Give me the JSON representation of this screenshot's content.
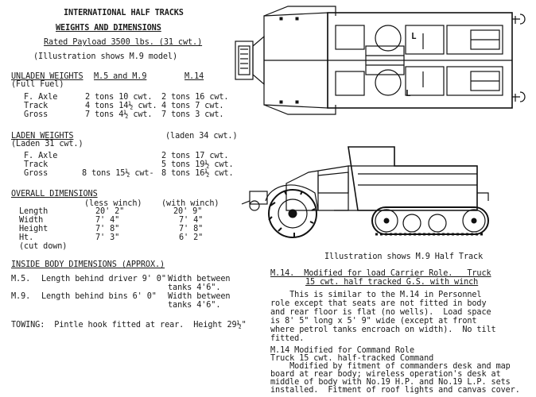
{
  "header": {
    "title": "INTERNATIONAL HALF TRACKS",
    "subtitle": "WEIGHTS AND DIMENSIONS",
    "payload": "Rated Payload 3500 lbs. (31 cwt.)",
    "note": "(Illustration shows M.9 model)"
  },
  "unladen": {
    "heading": "UNLADEN WEIGHTS",
    "sub": "(Full Fuel)",
    "col1": "M.5 and M.9",
    "col2": "M.14",
    "rows": [
      {
        "label": "F. Axle",
        "a": "2 tons 10 cwt.",
        "b": "2 tons 16 cwt."
      },
      {
        "label": "Track",
        "a": "4 tons 14½ cwt.",
        "b": "4 tons 7 cwt."
      },
      {
        "label": "Gross",
        "a": "7 tons 4½ cwt.",
        "b": "7 tons 3 cwt."
      }
    ]
  },
  "laden": {
    "heading": "LADEN WEIGHTS",
    "sub": "(Laden 31 cwt.)",
    "col2": "(laden 34 cwt.)",
    "rows": [
      {
        "label": "F. Axle",
        "a": "",
        "b": "2 tons 17 cwt."
      },
      {
        "label": "Track",
        "a": "",
        "b": "5 tons 19½ cwt."
      },
      {
        "label": "Gross",
        "a": "8 tons 15½ cwt-",
        "b": "8 tons 16½ cwt."
      }
    ]
  },
  "overall": {
    "heading": "OVERALL DIMENSIONS",
    "col1": "(less winch)",
    "col2": "(with winch)",
    "rows": [
      {
        "label": "Length",
        "a": "20' 2\"",
        "b": "20' 9\""
      },
      {
        "label": "Width",
        "a": "7' 4\"",
        "b": "7' 4\""
      },
      {
        "label": "Height",
        "a": "7' 8\"",
        "b": "7' 8\""
      },
      {
        "label": "Ht.",
        "a": "7' 3\"",
        "b": "6' 2\""
      }
    ],
    "cut": "(cut down)"
  },
  "inside": {
    "heading": "INSIDE BODY DIMENSIONS (APPROX.)",
    "rows": [
      {
        "model": "M.5.",
        "desc": "Length behind driver 9' 0\"",
        "w1": "Width between",
        "w2": "tanks 4'6\"."
      },
      {
        "model": "M.9.",
        "desc": "Length behind bins 6' 0\"",
        "w1": "Width between",
        "w2": "tanks 4'6\"."
      }
    ]
  },
  "towing": "TOWING:  Pintle hook fitted at rear.  Height 29½\"",
  "illustration_caption": "Illustration shows M.9 Half Track",
  "plan_labels": [
    "L",
    "L"
  ],
  "m14": {
    "title1": "M.14.  Modified for load Carrier Role.   Truck",
    "title2": "15 cwt. half tracked G.S. with winch",
    "body": [
      "    This is similar to the M.14 in Personnel",
      "role except that seats are not fitted in body",
      "and rear floor is flat (no wells).  Load space",
      "is 8' 5\" long x 5' 9\" wide (except at front",
      "where petrol tanks encroach on width).  No tilt",
      "fitted."
    ]
  },
  "command": {
    "title1": "M.14 Modified for Command Role",
    "title2": "Truck 15 cwt. half-tracked Command",
    "body": [
      "    Modified by fitment of commanders desk and map",
      "board at rear body; wireless operation's desk at",
      "middle of body with No.19 H.P. and No.19 L.P. sets",
      "installed.  Fitment of roof lights and canvas cover."
    ]
  }
}
